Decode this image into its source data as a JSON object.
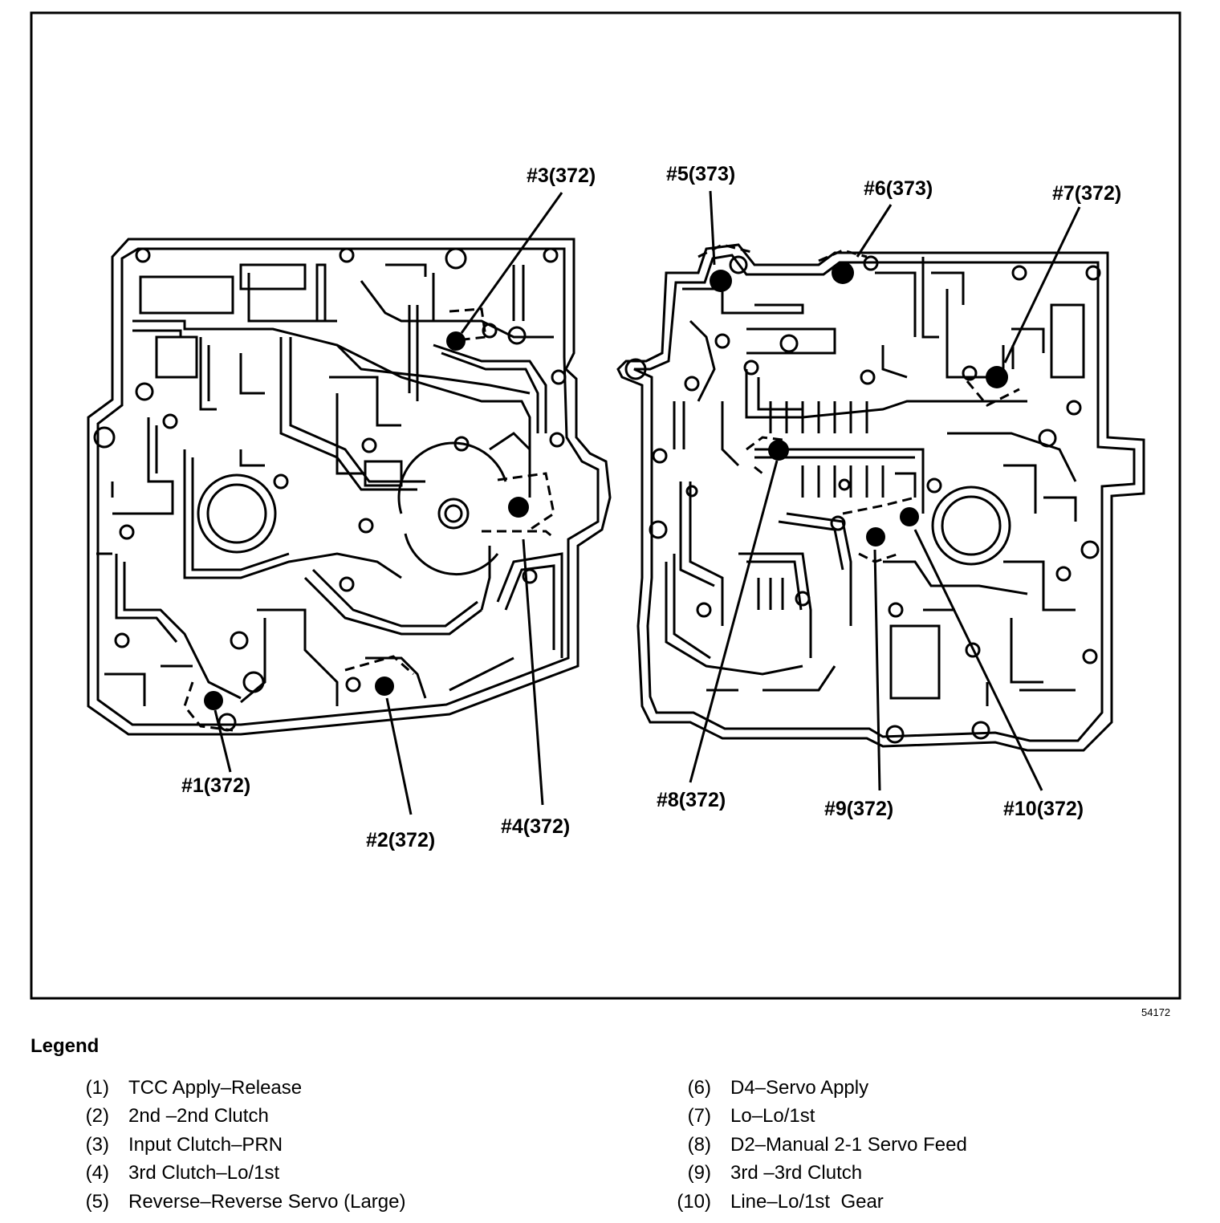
{
  "figure_id": "54172",
  "callouts": [
    {
      "label": "#3(372)"
    },
    {
      "label": "#5(373)"
    },
    {
      "label": "#6(373)"
    },
    {
      "label": "#7(372)"
    },
    {
      "label": "#1(372)"
    },
    {
      "label": "#2(372)"
    },
    {
      "label": "#4(372)"
    },
    {
      "label": "#8(372)"
    },
    {
      "label": "#9(372)"
    },
    {
      "label": "#10(372)"
    }
  ],
  "legend": {
    "title": "Legend",
    "items": [
      {
        "num": "(1)",
        "text": "TCC Apply–Release"
      },
      {
        "num": "(2)",
        "text": "2nd –2nd Clutch"
      },
      {
        "num": "(3)",
        "text": "Input Clutch–PRN"
      },
      {
        "num": "(4)",
        "text": "3rd Clutch–Lo/1st"
      },
      {
        "num": "(5)",
        "text": "Reverse–Reverse Servo (Large)"
      },
      {
        "num": "(6)",
        "text": "D4–Servo Apply"
      },
      {
        "num": "(7)",
        "text": "Lo–Lo/1st"
      },
      {
        "num": "(8)",
        "text": "D2–Manual 2-1 Servo Feed"
      },
      {
        "num": "(9)",
        "text": "3rd –3rd Clutch"
      },
      {
        "num": "(10)",
        "text": "Line–Lo/1st  Gear"
      }
    ]
  }
}
